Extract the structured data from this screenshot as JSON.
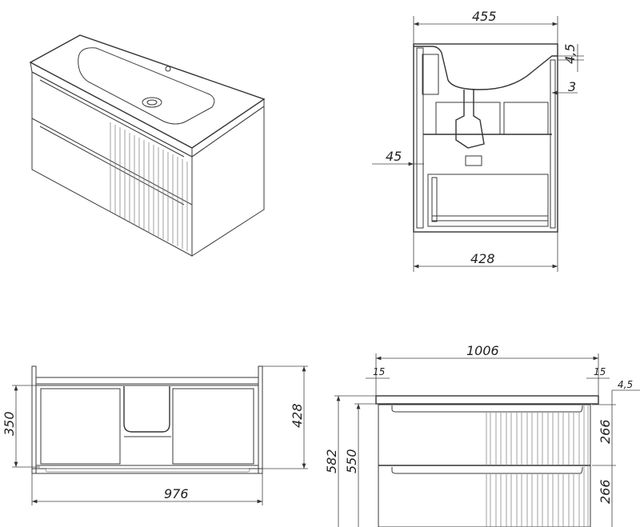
{
  "colors": {
    "line": "#3a3a3a",
    "background": "#ffffff"
  },
  "side_section": {
    "width_top": "455",
    "width_bottom": "428",
    "left_offset": "45",
    "top_thickness": "4,5",
    "right_gap": "3"
  },
  "top_view": {
    "inner_depth": "350",
    "outer_depth": "428",
    "width": "976"
  },
  "front_view": {
    "countertop_width": "1006",
    "overhang_left": "15",
    "overhang_right": "15",
    "top_thickness": "4,5",
    "drawer_upper": "266",
    "drawer_lower": "266",
    "total_height": "582",
    "cabinet_height": "550"
  }
}
